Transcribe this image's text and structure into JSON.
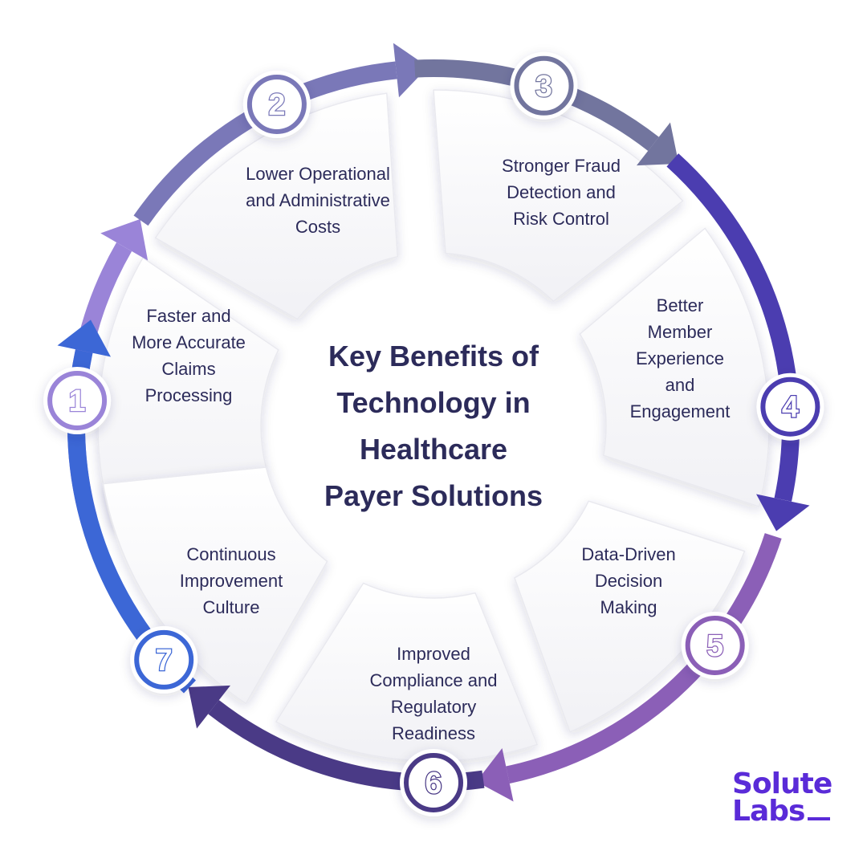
{
  "title": "Key Benefits of\nTechnology in\nHealthcare\nPayer Solutions",
  "steps": [
    {
      "number": "1",
      "label": "Faster and\nMore Accurate\nClaims\nProcessing",
      "color": "#9a84d8"
    },
    {
      "number": "2",
      "label": "Lower Operational\nand Administrative\nCosts",
      "color": "#7a78b8"
    },
    {
      "number": "3",
      "label": "Stronger Fraud\nDetection and\nRisk Control",
      "color": "#72759e"
    },
    {
      "number": "4",
      "label": "Better\nMember\nExperience\nand\nEngagement",
      "color": "#4b3db0"
    },
    {
      "number": "5",
      "label": "Data-Driven\nDecision\nMaking",
      "color": "#8b5fb7"
    },
    {
      "number": "6",
      "label": "Improved\nCompliance and\nRegulatory\nReadiness",
      "color": "#4a3a86"
    },
    {
      "number": "7",
      "label": "Continuous\nImprovement\nCulture",
      "color": "#3c67d6"
    }
  ],
  "brand": {
    "line1": "Solute",
    "line2": "Labs",
    "color": "#5a2bd8"
  },
  "text_color": "#2c2b5a"
}
